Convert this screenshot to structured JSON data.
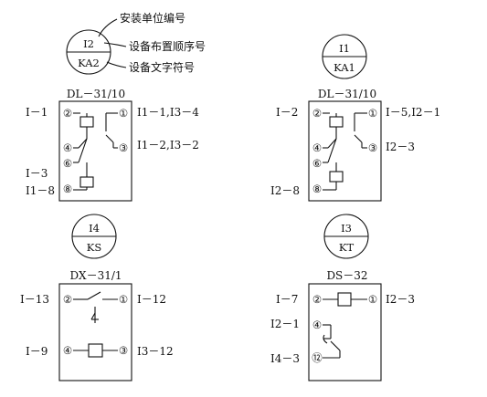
{
  "legend": {
    "install_unit_label": "安装单位编号",
    "device_order_label": "设备布置顺序号",
    "device_symbol_label": "设备文字符号",
    "top": "I2",
    "bottom": "KA2"
  },
  "relays": [
    {
      "id": "ka2",
      "title": "DL－31/10",
      "left_labels": [
        "Ⅰ－1",
        "Ⅰ－3",
        "Ⅰ1－8"
      ],
      "right_labels": [
        "Ⅰ1－1,Ⅰ3－4",
        "Ⅰ1－2,Ⅰ3－2"
      ],
      "terminals": [
        "②",
        "①",
        "④",
        "③",
        "⑥",
        "⑧"
      ]
    },
    {
      "id": "ka1",
      "circle_top": "I1",
      "circle_bottom": "KA1",
      "title": "DL－31/10",
      "left_labels": [
        "Ⅰ－2",
        "Ⅰ2－8"
      ],
      "right_labels": [
        "Ⅰ－5,Ⅰ2－1",
        "Ⅰ2－3"
      ],
      "terminals": [
        "②",
        "①",
        "④",
        "③",
        "⑥",
        "⑧"
      ]
    },
    {
      "id": "ks",
      "circle_top": "I4",
      "circle_bottom": "KS",
      "title": "DX－31/1",
      "left_labels": [
        "Ⅰ－13",
        "Ⅰ－9"
      ],
      "right_labels": [
        "Ⅰ－12",
        "Ⅰ3－12"
      ],
      "terminals": [
        "②",
        "①",
        "④",
        "③"
      ]
    },
    {
      "id": "kt",
      "circle_top": "I3",
      "circle_bottom": "KT",
      "title": "DS－32",
      "left_labels": [
        "Ⅰ－7",
        "Ⅰ2－1",
        "Ⅰ4－3"
      ],
      "right_labels": [
        "Ⅰ2－3"
      ],
      "terminals": [
        "②",
        "①",
        "④",
        "⑫"
      ]
    }
  ]
}
